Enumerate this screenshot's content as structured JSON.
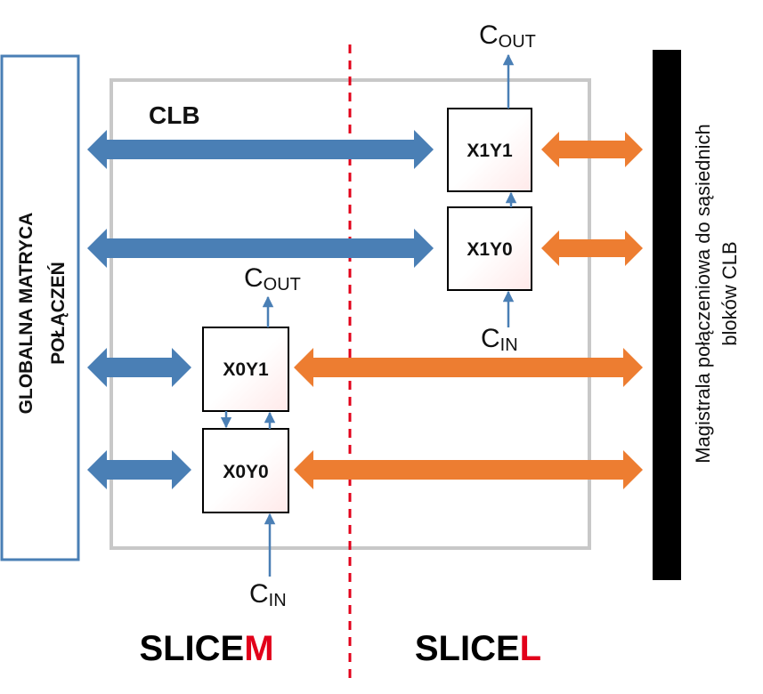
{
  "clb_label": "CLB",
  "left_panel": {
    "line1": "GLOBALNA MATRYCA",
    "line2": "POŁĄCZEŃ"
  },
  "right_bus": {
    "line1": "Magistrala połączeniowa do sąsiednich",
    "line2": "bloków CLB"
  },
  "slices": {
    "m": {
      "prefix": "SLICE",
      "accent": "M"
    },
    "l": {
      "prefix": "SLICE",
      "accent": "L"
    }
  },
  "cells": {
    "x1y1": "X1Y1",
    "x1y0": "X1Y0",
    "x0y1": "X0Y1",
    "x0y0": "X0Y0"
  },
  "signals": {
    "cout_top": {
      "main": "C",
      "sub": "OUT"
    },
    "cout_mid": {
      "main": "C",
      "sub": "OUT"
    },
    "cin_mid": {
      "main": "C",
      "sub": "IN"
    },
    "cin_bottom": {
      "main": "C",
      "sub": "IN"
    }
  },
  "colors": {
    "blue_bus": "#4a7fb5",
    "orange_bus": "#ed7d31",
    "divider": "#e2001a",
    "clb_border": "#c8c8c8",
    "panel_border": "#4a7fb5",
    "black_bus": "#000000"
  }
}
